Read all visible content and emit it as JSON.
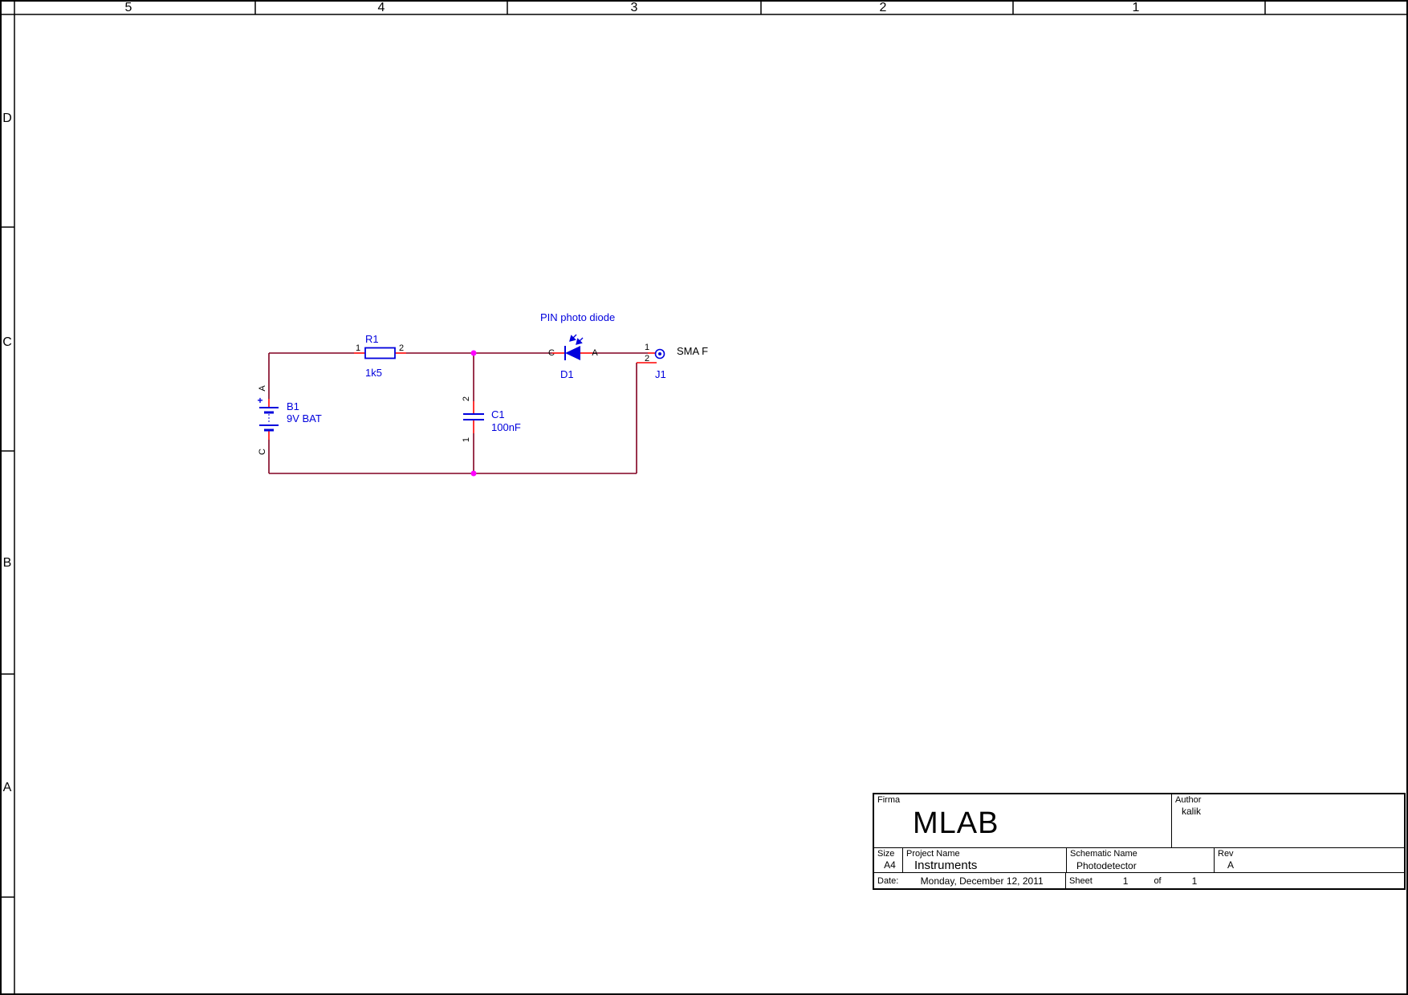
{
  "colors": {
    "wire": "#800020",
    "component": "#0000dd",
    "pin": "#ff0000",
    "junction": "#ff00ff",
    "label_blue": "#0000dd",
    "label_black": "#000000",
    "frame": "#000000"
  },
  "frame": {
    "columns": [
      "5",
      "4",
      "3",
      "2",
      "1"
    ],
    "rows": [
      "D",
      "C",
      "B",
      "A"
    ]
  },
  "circuit": {
    "battery": {
      "ref": "B1",
      "value": "9V BAT",
      "plus": "+",
      "pin_top": "A",
      "pin_bottom": "C"
    },
    "resistor": {
      "ref": "R1",
      "value": "1k5",
      "pin_left": "1",
      "pin_right": "2"
    },
    "capacitor": {
      "ref": "C1",
      "value": "100nF",
      "pin_top": "2",
      "pin_bottom": "1"
    },
    "photodiode": {
      "ref": "D1",
      "note": "PIN photo diode",
      "pin_left": "C",
      "pin_right": "A"
    },
    "connector": {
      "ref": "J1",
      "type": "SMA F",
      "pin_top": "1",
      "pin_bottom": "2"
    }
  },
  "title_block": {
    "firma_label": "Firma",
    "company": "MLAB",
    "author_label": "Author",
    "author": "kalik",
    "size_label": "Size",
    "size": "A4",
    "project_label": "Project Name",
    "project": "Instruments",
    "schematic_label": "Schematic Name",
    "schematic": "Photodetector",
    "rev_label": "Rev",
    "rev": "A",
    "date_label": "Date:",
    "date": "Monday, December 12, 2011",
    "sheet_label": "Sheet",
    "sheet_number": "1",
    "of_label": "of",
    "sheet_total": "1"
  }
}
